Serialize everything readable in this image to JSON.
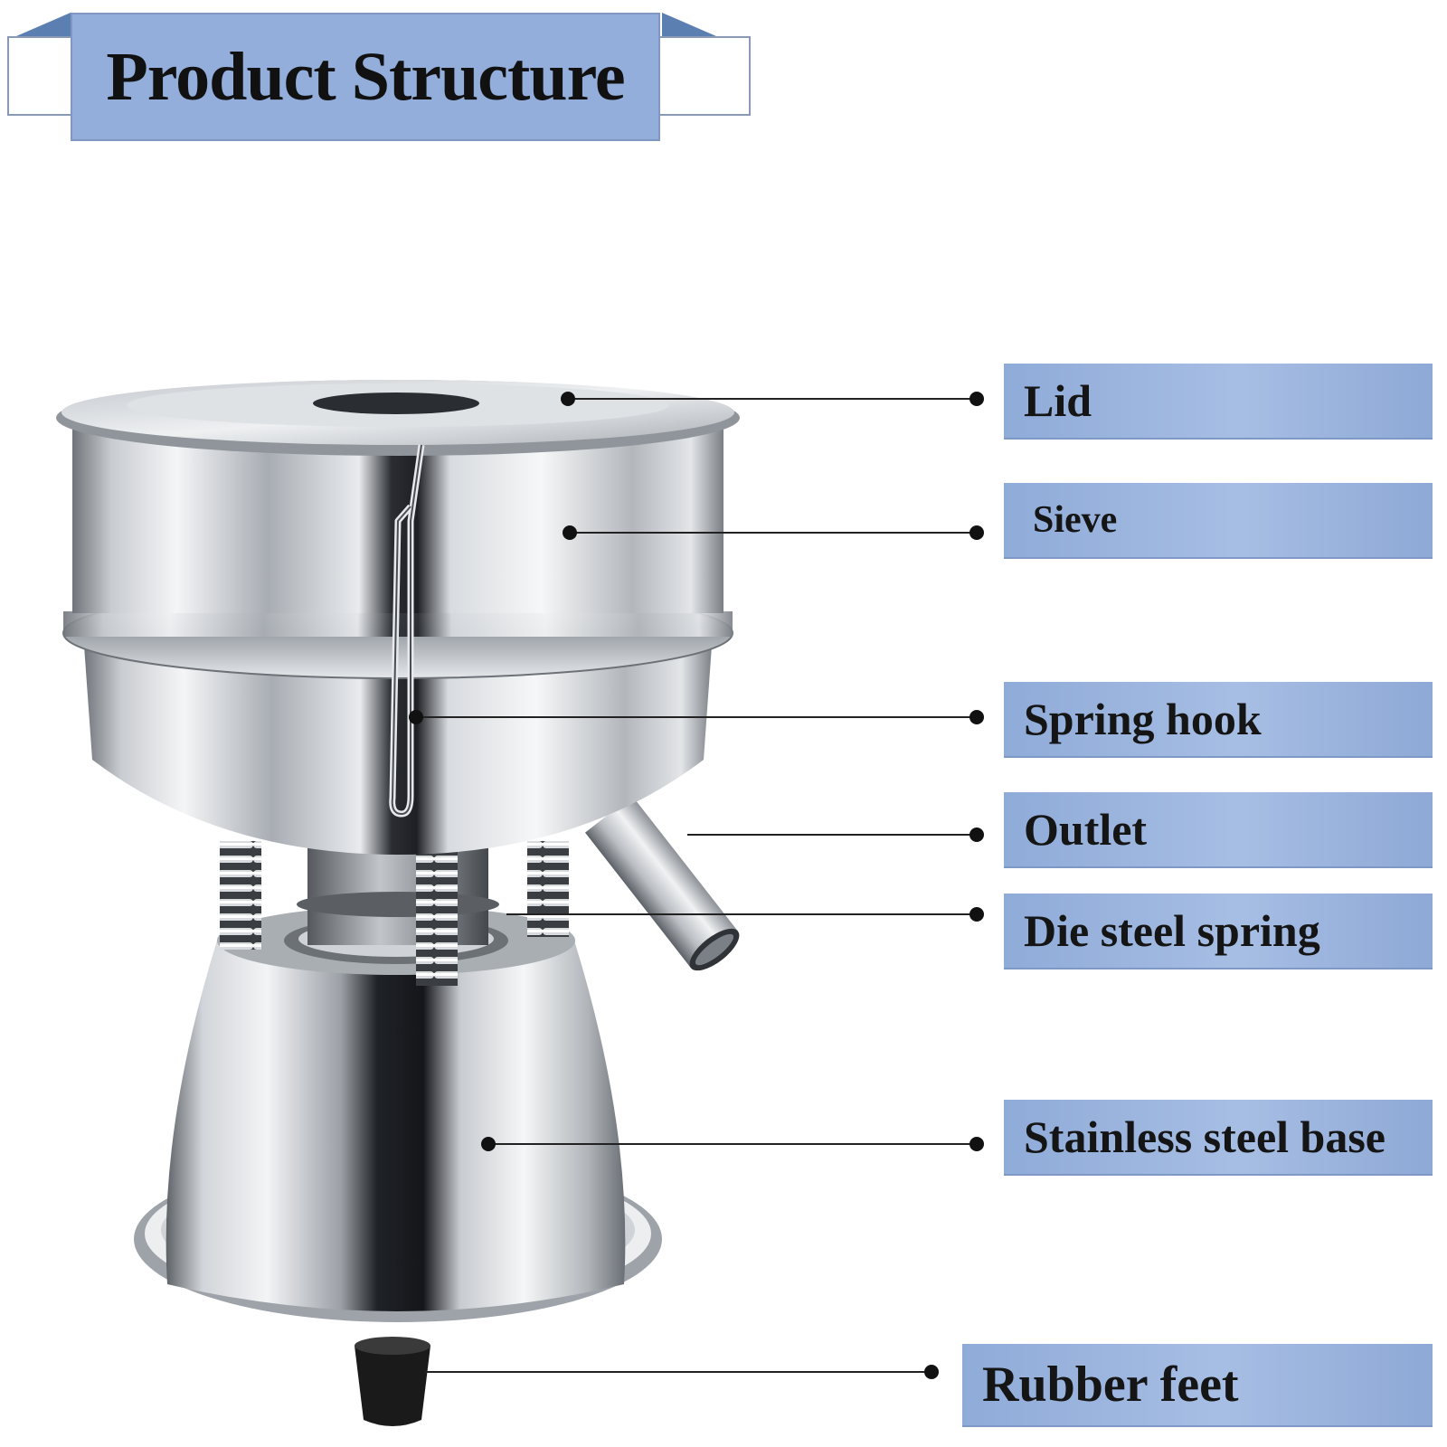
{
  "title": "Product Structure",
  "labels": [
    {
      "id": "lid",
      "text": "Lid"
    },
    {
      "id": "sieve",
      "text": "Sieve"
    },
    {
      "id": "spring-hook",
      "text": "Spring hook"
    },
    {
      "id": "outlet",
      "text": "Outlet"
    },
    {
      "id": "die-steel-spring",
      "text": "Die steel spring"
    },
    {
      "id": "stainless-steel-base",
      "text": "Stainless steel base"
    },
    {
      "id": "rubber-feet",
      "text": "Rubber feet"
    }
  ],
  "colors": {
    "banner": "#93aedb",
    "label_box": "#a7bee4",
    "leader": "#222222",
    "steel_light": "#f2f4f6",
    "steel_dark": "#2b2e33"
  }
}
